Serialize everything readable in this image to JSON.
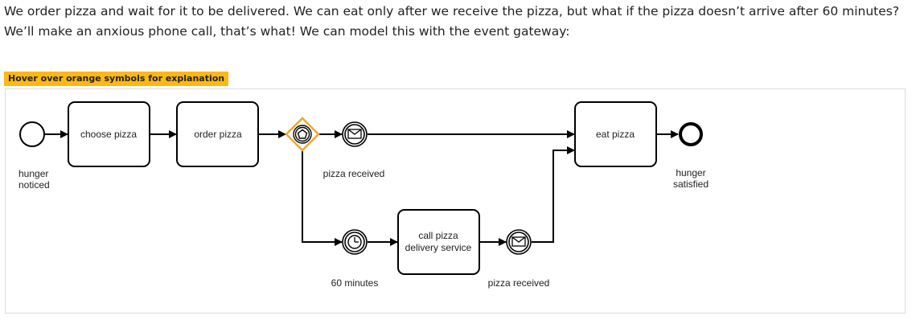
{
  "intro": {
    "text": "We order pizza and wait for it to be delivered. We can eat only after we receive the pizza, but what if the pizza doesn’t arrive after 60 minutes? We’ll make an anxious phone call, that’s what! We can model this with the event gateway:"
  },
  "hint": {
    "label": "Hover over orange symbols for explanation",
    "color": "#fdb913"
  },
  "diagram": {
    "accent_color": "#f5a623",
    "start_event": {
      "label_line1": "hunger",
      "label_line2": "noticed"
    },
    "end_event": {
      "label_line1": "hunger",
      "label_line2": "satisfied"
    },
    "tasks": {
      "choose": {
        "label": "choose pizza"
      },
      "order": {
        "label": "order pizza"
      },
      "eat": {
        "label": "eat pizza"
      },
      "call": {
        "label_line1": "call pizza",
        "label_line2": "delivery service"
      }
    },
    "gateway": {
      "icon": "event-based-gateway-icon"
    },
    "events": {
      "pizza_received_1": {
        "label": "pizza received",
        "icon": "message-icon"
      },
      "timer": {
        "label": "60 minutes",
        "icon": "timer-icon"
      },
      "pizza_received_2": {
        "label": "pizza received",
        "icon": "message-icon"
      }
    }
  }
}
